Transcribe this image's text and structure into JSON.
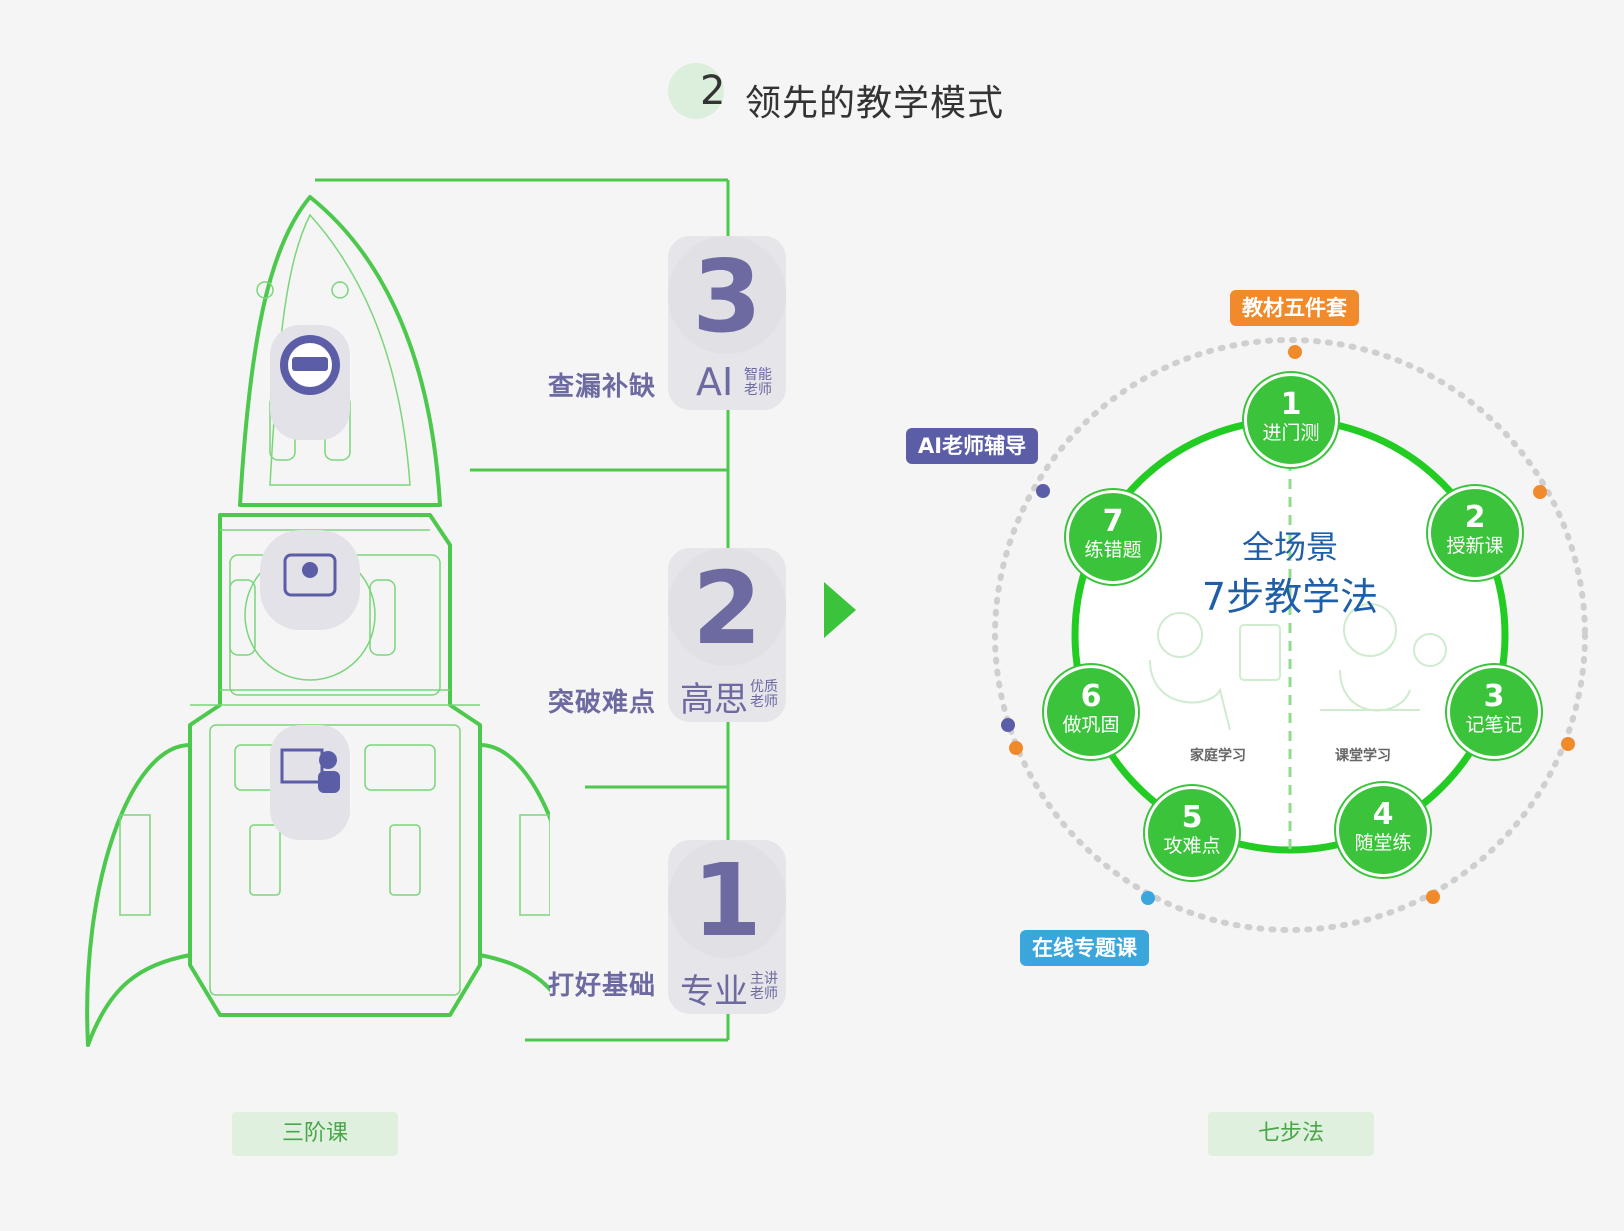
{
  "title": {
    "number": "2",
    "text": "领先的教学模式"
  },
  "rocket": {
    "stages": [
      {
        "number": "3",
        "label": "查漏补缺",
        "main": "AI",
        "sub1": "智能",
        "sub2": "老师"
      },
      {
        "number": "2",
        "label": "突破难点",
        "main": "高思",
        "sub1": "优质",
        "sub2": "老师"
      },
      {
        "number": "1",
        "label": "打好基础",
        "main": "专业",
        "sub1": "主讲",
        "sub2": "老师"
      }
    ],
    "bottom_tag": "三阶课"
  },
  "cycle": {
    "center_line1": "全场景",
    "center_line2": "7步教学法",
    "home_label": "家庭学习",
    "class_label": "课堂学习",
    "steps": [
      {
        "n": "1",
        "t": "进门测"
      },
      {
        "n": "2",
        "t": "授新课"
      },
      {
        "n": "3",
        "t": "记笔记"
      },
      {
        "n": "4",
        "t": "随堂练"
      },
      {
        "n": "5",
        "t": "攻难点"
      },
      {
        "n": "6",
        "t": "做巩固"
      },
      {
        "n": "7",
        "t": "练错题"
      }
    ],
    "callouts": {
      "materials": "教材五件套",
      "ai_tutor": "AI老师辅导",
      "online": "在线专题课"
    },
    "bottom_tag": "七步法"
  },
  "colors": {
    "green": "#3bc43b",
    "purple": "#6c6aa0",
    "orange": "#f08a2a",
    "blue": "#3aa6dc",
    "callout_purple": "#5b5ea6"
  }
}
